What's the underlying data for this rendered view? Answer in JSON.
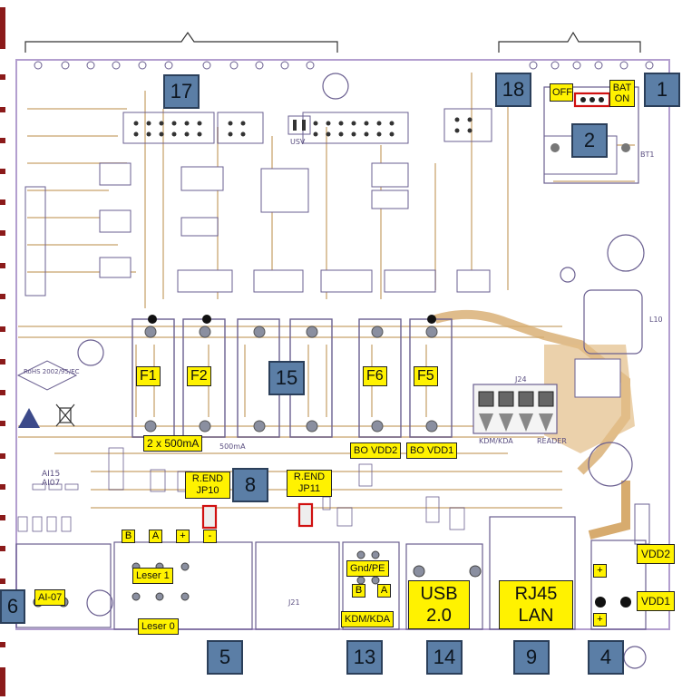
{
  "callouts": {
    "n1": "1",
    "n2": "2",
    "n4": "4",
    "n5": "5",
    "n6": "6",
    "n8": "8",
    "n9": "9",
    "n13": "13",
    "n14": "14",
    "n15": "15",
    "n17": "17",
    "n18": "18"
  },
  "fuses": {
    "f1": "F1",
    "f2": "F2",
    "f6": "F6",
    "f5": "F5"
  },
  "labels": {
    "bat_on": "BAT ON",
    "off": "OFF",
    "fuse_rating": "2 x 500mA",
    "bo_vdd2": "BO VDD2",
    "bo_vdd1": "BO VDD1",
    "rend_jp10": "R.END JP10",
    "rend_jp11": "R.END JP11",
    "leser1": "Leser 1",
    "leser0": "Leser 0",
    "ai07": "AI-07",
    "gnd_pe": "Gnd/PE",
    "kdm_kda": "KDM/KDA",
    "usb": "USB 2.0",
    "rj45": "RJ45 LAN",
    "vdd2": "VDD2",
    "vdd1": "VDD1",
    "term_b": "B",
    "term_a": "A",
    "term_plus": "+",
    "term_minus": "-"
  },
  "silkscreen": {
    "rohs": "RoHS 2002/95/EC",
    "usv": "USV",
    "reader": "READER",
    "kdm_kda_silk": "KDM/KDA",
    "ma500": "500mA",
    "ai15": "AI15",
    "ai07s": "AI07",
    "j24": "J24",
    "j21": "J21",
    "bt1": "BT1",
    "l10": "L10"
  },
  "colors": {
    "callout_fill": "#5b7ea6",
    "label_fill": "#fff200",
    "trace": "#c8a26e",
    "silk": "#5a4e80",
    "jumper_red": "#d01010"
  }
}
